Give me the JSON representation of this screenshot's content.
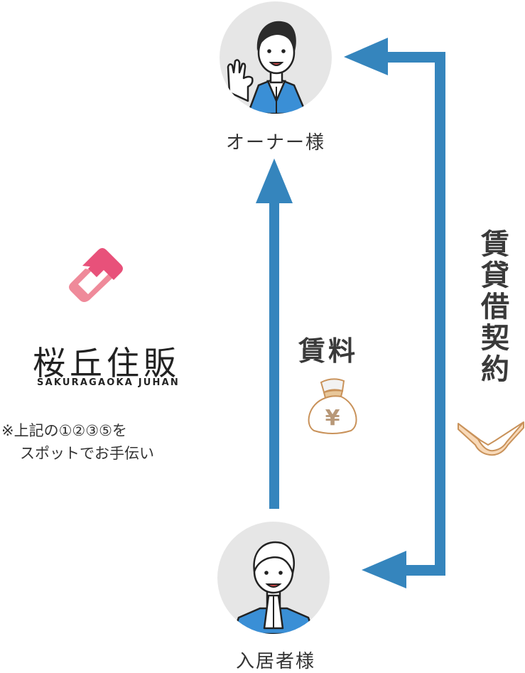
{
  "nodes": {
    "owner": {
      "label": "オーナー様",
      "icon": "owner-ok-gesture-icon"
    },
    "tenant": {
      "label": "入居者様",
      "icon": "tenant-praying-hands-icon"
    }
  },
  "flows": {
    "rent": {
      "label": "賃料",
      "icon": "money-bag-yen-icon",
      "direction": "tenant-to-owner"
    },
    "contract": {
      "label": "賃貸借契約",
      "icon": "handshake-icon",
      "direction": "bidirectional"
    }
  },
  "brand": {
    "name_jp": "桜丘住販",
    "name_en": "SAKURAGAOKA JUHAN",
    "logo_icon": "brand-logo-icon"
  },
  "note": {
    "line1": "※上記の①②③⑤を",
    "line2": "スポットでお手伝い"
  },
  "colors": {
    "arrow": "#3585bd",
    "avatar_bg": "#e6e6e6",
    "suit": "#3a8fd6",
    "logo_dark": "#e8517a",
    "logo_light": "#ef8a9a",
    "text": "#333333"
  }
}
